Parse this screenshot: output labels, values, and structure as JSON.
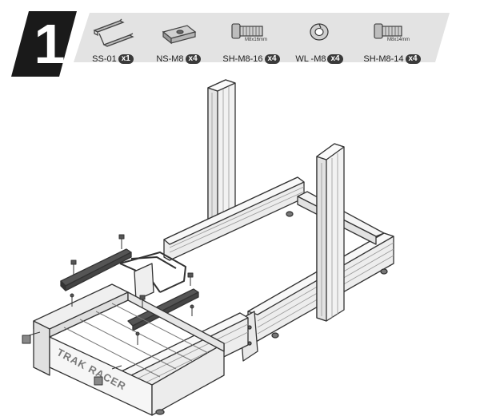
{
  "step": {
    "number": "1"
  },
  "parts": [
    {
      "code": "SS-01",
      "qty": "x1",
      "icon": "slider-rail-icon"
    },
    {
      "code": "NS-M8",
      "qty": "x4",
      "icon": "nut-slider-icon"
    },
    {
      "code": "SH-M8-16",
      "qty": "x4",
      "icon": "socket-head-bolt-icon",
      "dimension": "M8x16mm"
    },
    {
      "code": "WL -M8",
      "qty": "x4",
      "icon": "lock-washer-icon"
    },
    {
      "code": "SH-M8-14",
      "qty": "x4",
      "icon": "socket-head-bolt-icon",
      "dimension": "M8x14mm"
    }
  ],
  "illustration": {
    "brand_text": "TRAK RACER"
  },
  "colors": {
    "bar": "#e3e3e3",
    "badge": "#1a1a1a",
    "qty_bg": "#3a3a3a",
    "profile": "#f2f2f2",
    "line": "#333333"
  }
}
